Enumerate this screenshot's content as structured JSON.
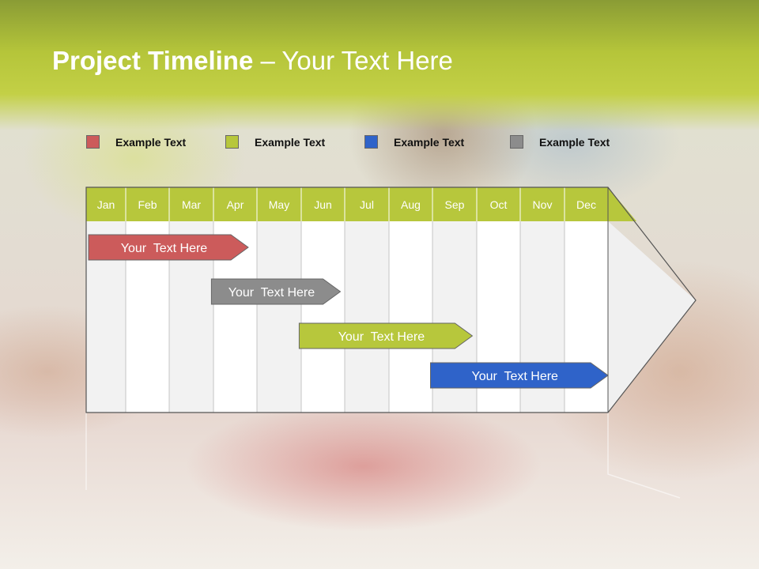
{
  "title": {
    "bold": "Project Timeline",
    "rest": " – Your Text Here"
  },
  "legend": [
    {
      "label": "Example Text",
      "color": "#cc5b5b"
    },
    {
      "label": "Example Text",
      "color": "#b7c73c"
    },
    {
      "label": "Example Text",
      "color": "#2f63c9"
    },
    {
      "label": "Example Text",
      "color": "#8c8c8c"
    }
  ],
  "colors": {
    "header": "#b5c53a",
    "month_band": "#b7c73c",
    "red": "#cc5b5b",
    "gray": "#8c8c8c",
    "green": "#b7c73c",
    "blue": "#2f63c9"
  },
  "months": [
    "Jan",
    "Feb",
    "Mar",
    "Apr",
    "May",
    "Jun",
    "Jul",
    "Aug",
    "Sep",
    "Oct",
    "Nov",
    "Dec"
  ],
  "tasks": [
    {
      "label": "Your  Text Here",
      "start": 0,
      "end": 3.8,
      "color": "#cc5b5b"
    },
    {
      "label": "Your  Text Here",
      "start": 2.9,
      "end": 5.9,
      "color": "#8c8c8c"
    },
    {
      "label": "Your  Text Here",
      "start": 4.9,
      "end": 8.9,
      "color": "#b7c73c"
    },
    {
      "label": "Your  Text Here",
      "start": 7.9,
      "end": 12,
      "color": "#2f63c9"
    }
  ]
}
